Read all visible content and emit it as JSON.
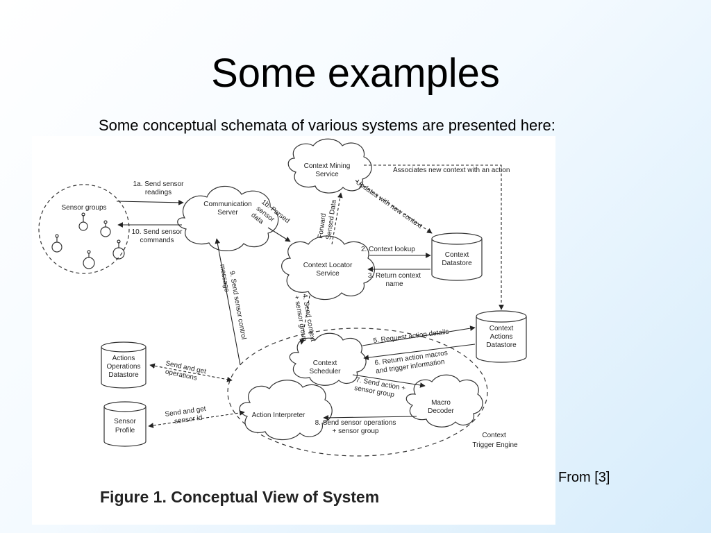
{
  "slide": {
    "title": "Some examples",
    "subtitle": "Some conceptual schemata of various systems are presented here:",
    "source": "From  [3]"
  },
  "figure": {
    "caption": "Figure 1. Conceptual View of System",
    "nodes": {
      "sensor_groups": "Sensor groups",
      "communication_server": [
        "Communication",
        "Server"
      ],
      "context_mining_service": [
        "Context Mining",
        "Service"
      ],
      "context_locator_service": [
        "Context Locator",
        "Service"
      ],
      "context_datastore": [
        "Context",
        "Datastore"
      ],
      "context_actions_datastore": [
        "Context",
        "Actions",
        "Datastore"
      ],
      "actions_operations_datastore": [
        "Actions",
        "Operations",
        "Datastore"
      ],
      "sensor_profile": [
        "Sensor",
        "Profile"
      ],
      "context_scheduler": [
        "Context",
        "Scheduler"
      ],
      "macro_decoder": [
        "Macro",
        "Decoder"
      ],
      "action_interpreter": "Action Interpreter",
      "context_trigger_engine": [
        "Context",
        "Trigger Engine"
      ]
    },
    "edges": {
      "e1a": [
        "1a. Send sensor",
        "readings"
      ],
      "e10": [
        "10. Send sensor",
        "commands"
      ],
      "e1b": [
        "1b. Parsed",
        "sensor",
        "data"
      ],
      "forward": [
        "Forward",
        "Sensed Data"
      ],
      "updates": "Updates with new context",
      "associates": "Associates new context with an action",
      "e2": "2. Context lookup",
      "e3": [
        "3. Return context",
        "name"
      ],
      "e9": [
        "9. Send sensor control",
        "message"
      ],
      "e4": [
        "4. Send context",
        "+ sensor group"
      ],
      "e5": "5. Request action details",
      "e6": [
        "6. Return action macros",
        "and trigger information"
      ],
      "e7": [
        "7. Send action +",
        "sensor group"
      ],
      "e8": [
        "8. Send sensor operations",
        "+ sensor group"
      ],
      "send_get_operations": [
        "Send and get",
        "operations"
      ],
      "send_get_sensor_id": [
        "Send and get",
        "sensor id"
      ]
    }
  }
}
